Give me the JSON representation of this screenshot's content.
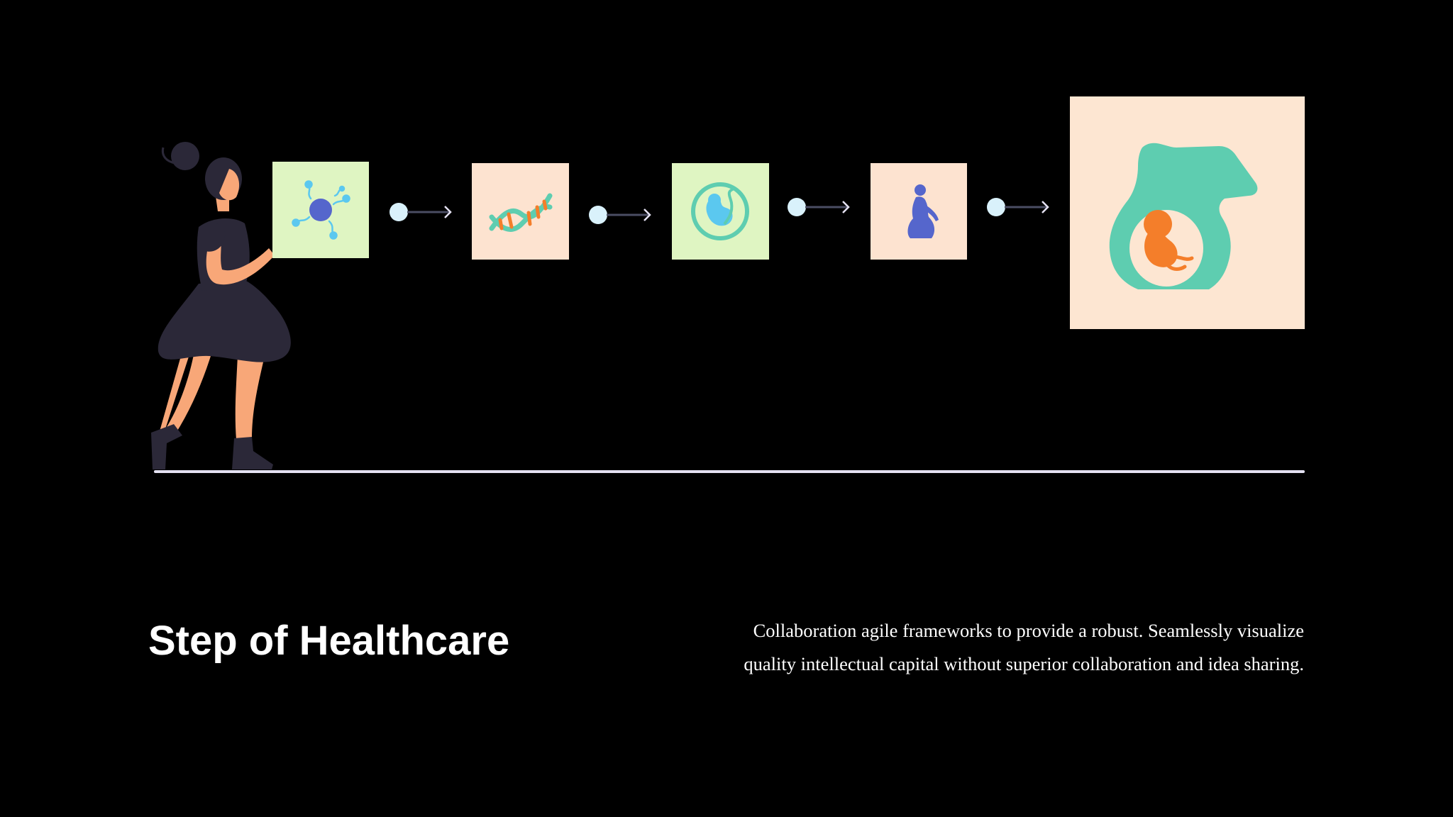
{
  "slide": {
    "title": "Step of Healthcare",
    "description_lines": [
      "Collaboration agile frameworks to provide a robust. Seamlessly visualize",
      "quality intellectual capital without superior collaboration and idea sharing."
    ]
  },
  "process": {
    "steps": [
      {
        "icon": "sperm-egg-icon",
        "background": "#dff5c2"
      },
      {
        "icon": "dna-icon",
        "background": "#fde3d0"
      },
      {
        "icon": "embryo-icon",
        "background": "#dff5c2"
      },
      {
        "icon": "pregnant-woman-icon",
        "background": "#fde3d0"
      },
      {
        "icon": "fetus-in-womb-icon",
        "background": "#fde6d2"
      }
    ],
    "connector": {
      "icon": "arrow-right-icon",
      "dot_color": "#d9f1fb",
      "line_color": "#4a4d63"
    }
  },
  "illustration": {
    "icon": "woman-walking-illustration",
    "dress_color": "#2b2838",
    "skin_color": "#f8a778"
  },
  "colors": {
    "background": "#000000",
    "ground_line": "#e4e1f2",
    "blue": "#5566cc",
    "teal": "#5ecdb0",
    "orange": "#f47e2a",
    "light_blue": "#5bc8ef"
  }
}
